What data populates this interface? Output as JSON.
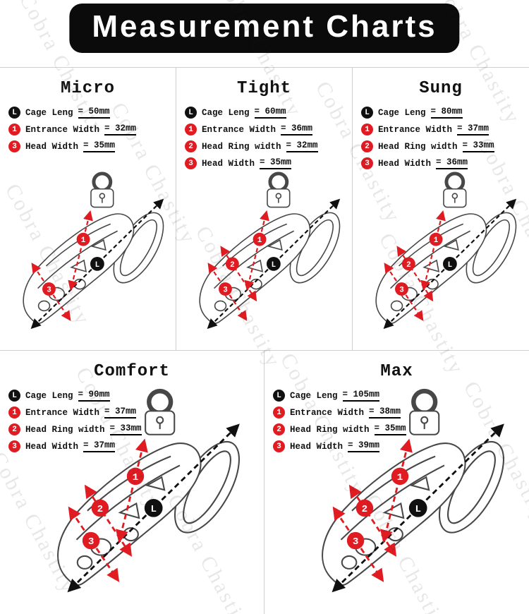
{
  "title": "Measurement Charts",
  "watermark": "Cobra Chastity",
  "colors": {
    "badge_red": "#e01b22",
    "badge_black": "#101010",
    "divider_gray": "#cfcfcf"
  },
  "panels": [
    {
      "name": "Micro",
      "specs": [
        {
          "badge": "L",
          "label": "Cage Leng",
          "value": "= 50mm"
        },
        {
          "badge": "1",
          "label": "Entrance Width",
          "value": "= 32mm"
        },
        {
          "badge": "3",
          "label": "Head Width",
          "value": "= 35mm"
        }
      ]
    },
    {
      "name": "Tight",
      "specs": [
        {
          "badge": "L",
          "label": "Cage Leng",
          "value": "= 60mm"
        },
        {
          "badge": "1",
          "label": "Entrance Width",
          "value": "= 36mm"
        },
        {
          "badge": "2",
          "label": "Head Ring width",
          "value": "= 32mm"
        },
        {
          "badge": "3",
          "label": "Head Width",
          "value": "= 35mm"
        }
      ]
    },
    {
      "name": "Sung",
      "specs": [
        {
          "badge": "L",
          "label": "Cage Leng",
          "value": "= 80mm"
        },
        {
          "badge": "1",
          "label": "Entrance Width",
          "value": "= 37mm"
        },
        {
          "badge": "2",
          "label": "Head Ring width",
          "value": "= 33mm"
        },
        {
          "badge": "3",
          "label": "Head Width",
          "value": "= 36mm"
        }
      ]
    },
    {
      "name": "Comfort",
      "specs": [
        {
          "badge": "L",
          "label": "Cage Leng",
          "value": "= 90mm"
        },
        {
          "badge": "1",
          "label": "Entrance Width",
          "value": "= 37mm"
        },
        {
          "badge": "2",
          "label": "Head Ring width",
          "value": "= 33mm"
        },
        {
          "badge": "3",
          "label": "Head Width",
          "value": "= 37mm"
        }
      ]
    },
    {
      "name": "Max",
      "specs": [
        {
          "badge": "L",
          "label": "Cage Leng",
          "value": "= 105mm"
        },
        {
          "badge": "1",
          "label": "Entrance Width",
          "value": "= 38mm"
        },
        {
          "badge": "2",
          "label": "Head Ring width",
          "value": "= 35mm"
        },
        {
          "badge": "3",
          "label": "Head Width",
          "value": "= 39mm"
        }
      ]
    }
  ]
}
